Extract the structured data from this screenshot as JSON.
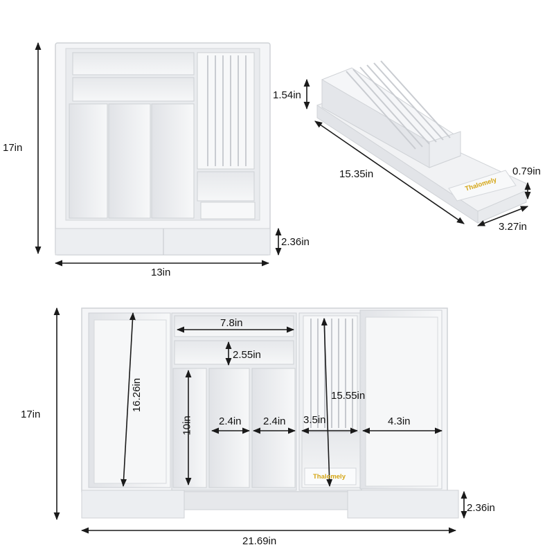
{
  "brand": {
    "name": "Thalomely",
    "color": "#d4a514"
  },
  "colors": {
    "tray": "#f3f4f6",
    "tray_shade": "#dcdee2",
    "tray_edge": "#c4c7cc",
    "line": "#1a1a1a"
  },
  "top_left_view": {
    "height_label": "17in",
    "width_label": "13in",
    "depth_label": "2.36in"
  },
  "knife_block_view": {
    "height_label": "1.54in",
    "length_label": "15.35in",
    "base_height_label": "0.79in",
    "width_label": "3.27in"
  },
  "expanded_view": {
    "height_label": "17in",
    "width_label": "21.69in",
    "depth_label": "2.36in",
    "long_slot_label": "16.26in",
    "top_slot_label": "7.8in",
    "small_slot_label": "2.55in",
    "short_slot_label": "10in",
    "narrow_slot_1_label": "2.4in",
    "narrow_slot_2_label": "2.4in",
    "knife_slot_label": "3.5in",
    "knife_length_label": "15.55in",
    "right_slot_label": "4.3in"
  }
}
